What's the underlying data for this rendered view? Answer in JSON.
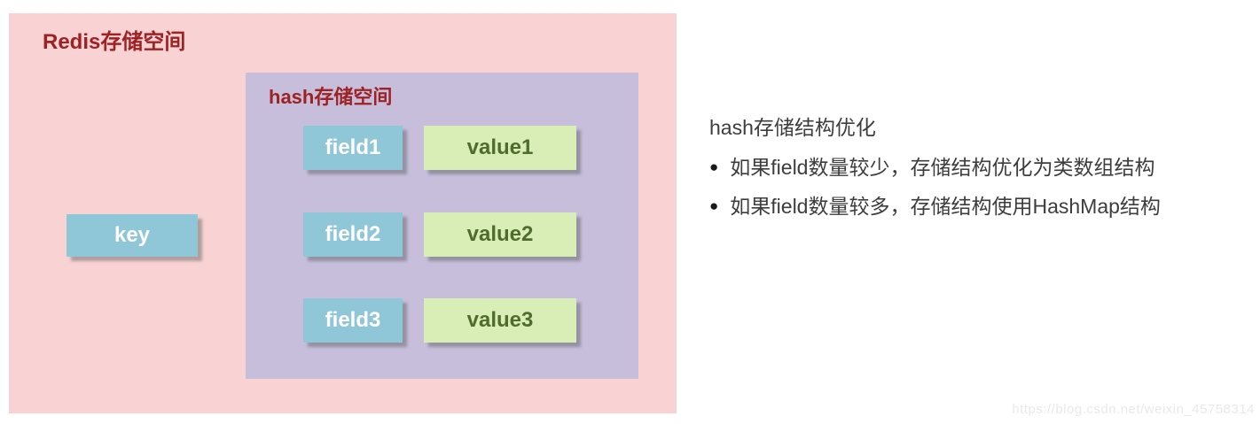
{
  "diagram": {
    "redis_space": {
      "title": "Redis存储空间"
    },
    "hash_space": {
      "title": "hash存储空间"
    },
    "key_label": "key",
    "rows": [
      {
        "field": "field1",
        "value": "value1"
      },
      {
        "field": "field2",
        "value": "value2"
      },
      {
        "field": "field3",
        "value": "value3"
      }
    ]
  },
  "notes": {
    "heading": "hash存储结构优化",
    "bullet_glyph": "●",
    "bullets": [
      "如果field数量较少，存储结构优化为类数组结构",
      "如果field数量较多，存储结构使用HashMap结构"
    ]
  },
  "watermark": "https://blog.csdn.net/weixin_45758314",
  "colors": {
    "redis_box_pink": "#f9d3d4",
    "hash_box_purple": "#c6bedb",
    "key_field_blue": "#8fc6d8",
    "value_green": "#d9edb6",
    "title_dark_red": "#9e2123",
    "value_text_green": "#4f6c2d",
    "notes_text": "#3d3d3d",
    "watermark_gray": "#e9e9e9"
  }
}
